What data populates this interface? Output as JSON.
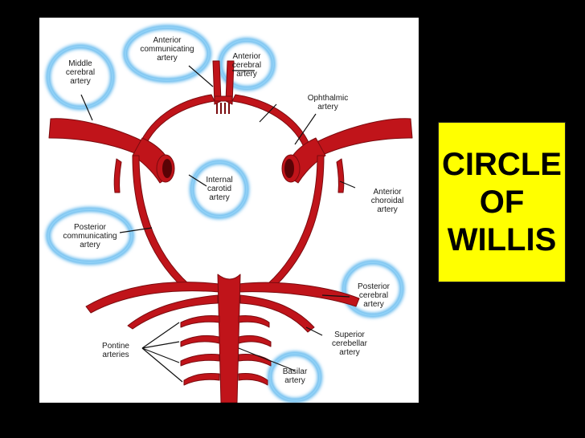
{
  "title": "CIRCLE\nOF\nWILLIS",
  "labels": {
    "anterior_communicating": "Anterior\ncommunicating\nartery",
    "anterior_cerebral": "Anterior\ncerebral\nartery",
    "middle_cerebral": "Middle\ncerebral\nartery",
    "ophthalmic": "Ophthalmic\nartery",
    "internal_carotid": "Internal\ncarotid\nartery",
    "anterior_choroidal": "Anterior\nchoroidal\nartery",
    "posterior_communicating": "Posterior\ncommunicating\nartery",
    "posterior_cerebral": "Posterior\ncerebral\nartery",
    "superior_cerebellar": "Superior\ncerebellar\nartery",
    "pontine": "Pontine\narteries",
    "basilar": "Basilar\nartery"
  },
  "colors": {
    "background": "#000000",
    "panel": "#ffffff",
    "artery": "#c0141a",
    "artery_outline": "#7a0a0e",
    "halo": "#58b4ec",
    "title_bg": "#ffff00",
    "title_text": "#000000"
  }
}
